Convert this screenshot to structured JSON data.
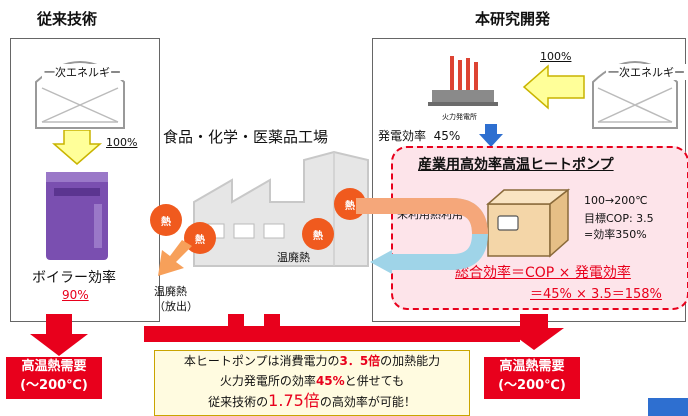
{
  "headers": {
    "left": "従来技術",
    "right": "本研究開発"
  },
  "left_panel": {
    "primary_energy": "一次エネルギー",
    "arrow_pct": "100%",
    "efficiency_label": "ボイラー効率",
    "efficiency_value": "90%"
  },
  "factory": {
    "title": "食品・化学・医薬品工場",
    "waste_heat": "温廃熱",
    "waste_heat_released": "温廃熱",
    "released_note": "（放出）",
    "heat_badge": "熱"
  },
  "right_panel": {
    "primary_energy": "一次エネルギー",
    "input_pct": "100%",
    "plant_label": "火力発電所",
    "gen_eff_label": "発電効率",
    "gen_eff_value": "45%"
  },
  "heat_pump": {
    "title": "産業用高効率高温ヒートポンプ",
    "unused_heat": "未利用熱利用",
    "spec_temp": "100→200℃",
    "spec_cop": "目標COP: 3.5",
    "spec_eff": "=効率350%",
    "total_line1": "総合効率＝COP × 発電効率",
    "total_line2": "＝45% × 3.5＝158%"
  },
  "demand": {
    "line1": "高温熱需要",
    "line2": "(〜200℃)"
  },
  "note": {
    "l1_a": "本ヒートポンプは消費電力の",
    "l1_b": "3．5倍",
    "l1_c": "の加熱能力",
    "l2_a": "火力発電所の効率",
    "l2_b": "45%",
    "l2_c": "と併せても",
    "l3_a": "従来技術の",
    "l3_b": "1.75倍",
    "l3_c": "の高効率が可能！"
  },
  "colors": {
    "red": "#e8001c",
    "orange": "#f05a1e",
    "purple": "#7a4fb0",
    "blue_arrow": "#2e6fd0"
  }
}
